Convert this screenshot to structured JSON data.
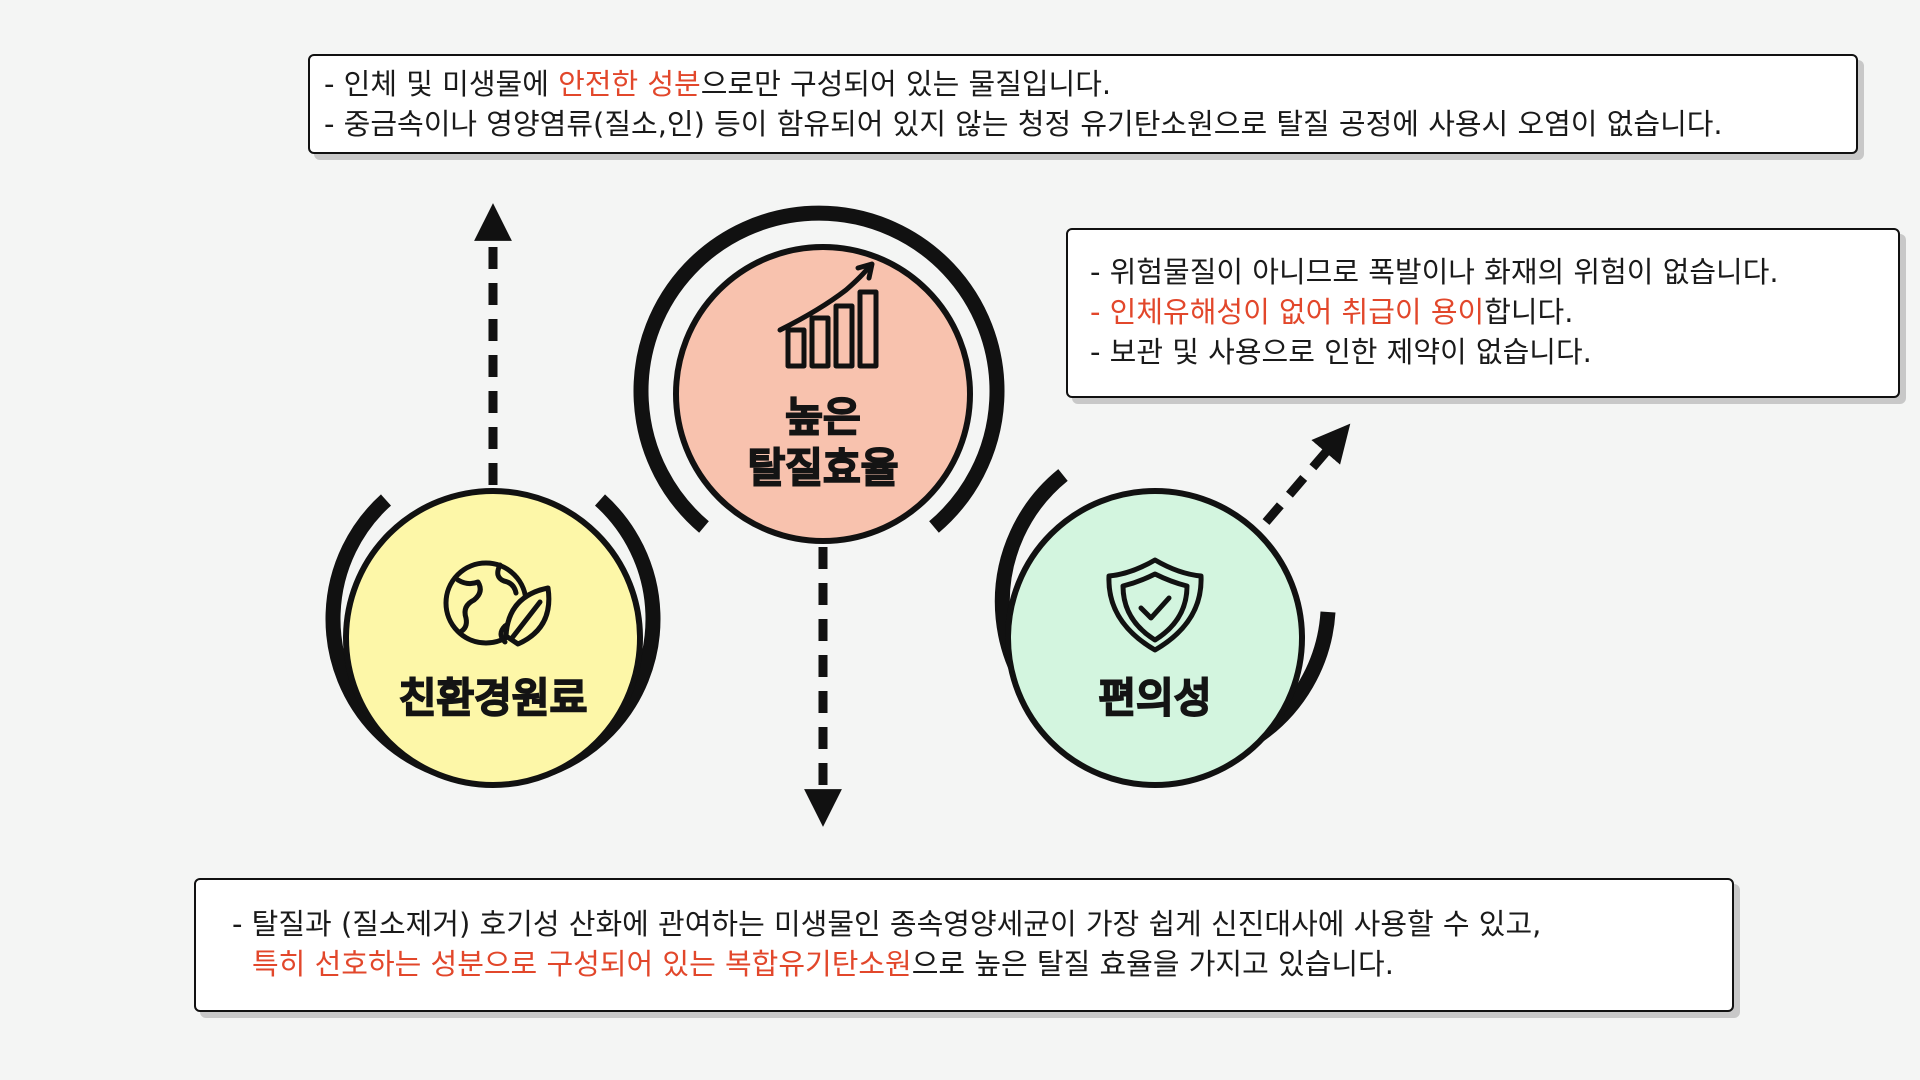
{
  "top_box": {
    "line1_pre": "- 인체 및 미생물에 ",
    "line1_hl": "안전한 성분",
    "line1_post": "으로만 구성되어 있는 물질입니다.",
    "line2": "- 중금속이나 영양염류(질소,인) 등이 함유되어 있지 않는 청정 유기탄소원으로 탈질 공정에 사용시 오염이 없습니다."
  },
  "right_box": {
    "line1": "- 위험물질이 아니므로 폭발이나 화재의 위험이 없습니다.",
    "line2_hl": "- 인체유해성이 없어 취급이 용이",
    "line2_post": "합니다.",
    "line3": "- 보관 및 사용으로 인한 제약이 없습니다."
  },
  "bottom_box": {
    "line1": "- 탈질과 (질소제거) 호기성 산화에 관여하는 미생물인 종속영양세균이 가장 쉽게 신진대사에 사용할 수 있고,",
    "line2_hl": "특히 선호하는 성분으로 구성되어 있는 복합유기탄소원",
    "line2_post": "으로 높은 탈질 효율을 가지고 있습니다."
  },
  "nodes": {
    "eco": {
      "label": "친환경원료",
      "icon": "globe-leaf-icon",
      "color": "#fdf7a8"
    },
    "efficiency": {
      "label_line1": "높은",
      "label_line2": "탈질효율",
      "icon": "growth-chart-icon",
      "color": "#f8c2ae"
    },
    "convenience": {
      "label": "편의성",
      "icon": "shield-check-icon",
      "color": "#d3f5df"
    }
  },
  "colors": {
    "highlight": "#e2472b",
    "outline": "#111111",
    "background": "#f4f5f4"
  }
}
